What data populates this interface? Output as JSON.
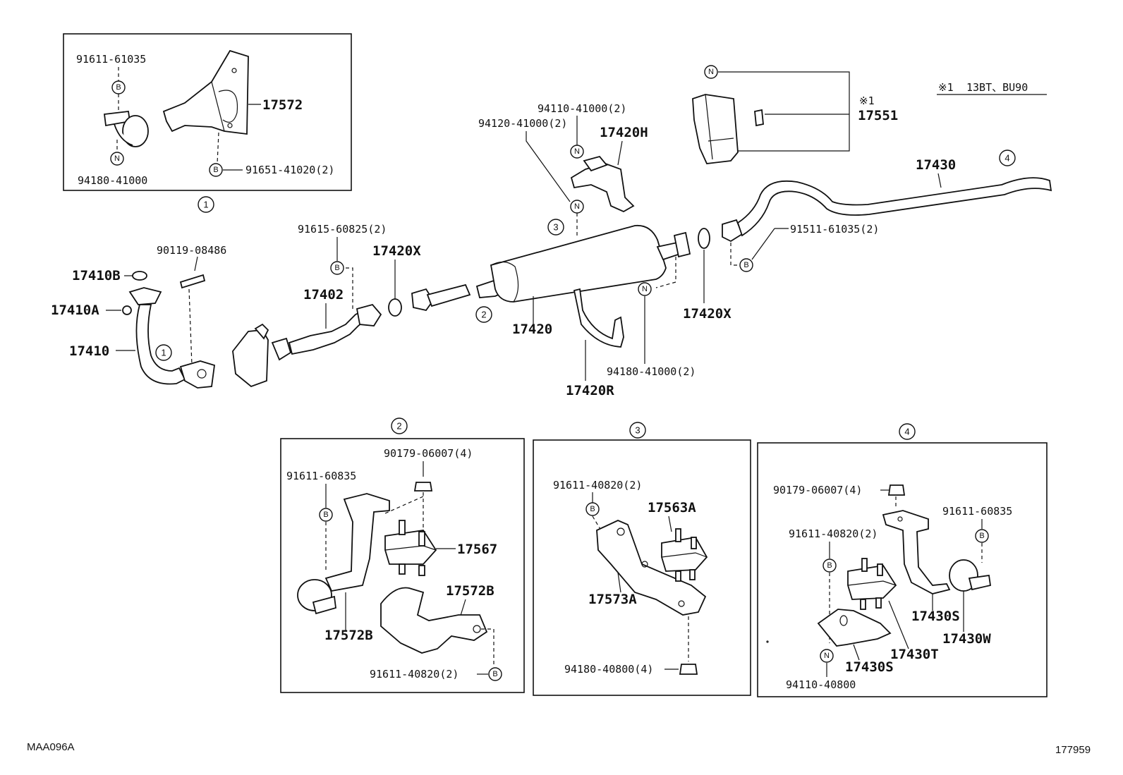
{
  "diagram": {
    "footer_left": "MAA096A",
    "footer_right": "177959",
    "note": {
      "mark": "※1",
      "text": "13BT、BU90"
    },
    "note_ref": "※1",
    "section_markers": [
      "1",
      "2",
      "3",
      "4"
    ],
    "fastener_symbols": {
      "bolt": "B",
      "nut": "N"
    },
    "labels": {
      "p_91611_61035": "91611-61035",
      "p_17572": "17572",
      "p_94180_41000": "94180-41000",
      "p_91651_41020": "91651-41020(2)",
      "p_94110_41000": "94110-41000(2)",
      "p_94120_41000": "94120-41000(2)",
      "p_17420H": "17420H",
      "p_17551": "17551",
      "p_17430": "17430",
      "p_91615_60825": "91615-60825(2)",
      "p_90119_08486": "90119-08486",
      "p_17420X_a": "17420X",
      "p_17410B": "17410B",
      "p_17410A": "17410A",
      "p_17410": "17410",
      "p_17402": "17402",
      "p_17420": "17420",
      "p_91511_61035": "91511-61035(2)",
      "p_17420X_b": "17420X",
      "p_94180_41000_2": "94180-41000(2)",
      "p_17420R": "17420R",
      "b2_90179_06007": "90179-06007(4)",
      "b2_91611_60835": "91611-60835",
      "b2_17567": "17567",
      "b2_17572B_a": "17572B",
      "b2_17572B_b": "17572B",
      "b2_91611_40820": "91611-40820(2)",
      "b3_91611_40820": "91611-40820(2)",
      "b3_17563A": "17563A",
      "b3_17573A": "17573A",
      "b3_94180_40800": "94180-40800(4)",
      "b4_90179_06007": "90179-06007(4)",
      "b4_91611_60835": "91611-60835",
      "b4_91611_40820": "91611-40820(2)",
      "b4_17430S_a": "17430S",
      "b4_17430W": "17430W",
      "b4_17430T": "17430T",
      "b4_17430S_b": "17430S",
      "b4_94110_40800": "94110-40800"
    }
  }
}
